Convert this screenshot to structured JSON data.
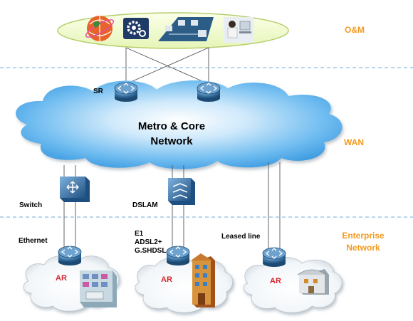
{
  "zones": {
    "om": "O&M",
    "wan": "WAN",
    "enterprise_line1": "Enterprise",
    "enterprise_line2": "Network"
  },
  "cloud": {
    "line1": "Metro & Core",
    "line2": "Network"
  },
  "devices": {
    "sr": "SR",
    "switch": "Switch",
    "dslam": "DSLAM",
    "ar": "AR"
  },
  "links": {
    "ethernet": "Ethernet",
    "e1": "E1",
    "adsl": "ADSL2+",
    "gshdsl": "G.SHDSL",
    "leased": "Leased line"
  },
  "colors": {
    "zone_label": "#f39a1e",
    "ar_label": "#d8262d",
    "cloud_fill": "#4aa8e8",
    "oval_fill": "#eef9cc",
    "oval_stroke": "#b5cf6c",
    "divider": "#8bbde3"
  },
  "icons": [
    "globe-icon",
    "gear-settings-icon",
    "network-computers-icon",
    "operator-user-icon",
    "router-icon",
    "switch-icon",
    "dslam-icon",
    "office-building-icon",
    "tower-building-icon",
    "house-building-icon"
  ]
}
